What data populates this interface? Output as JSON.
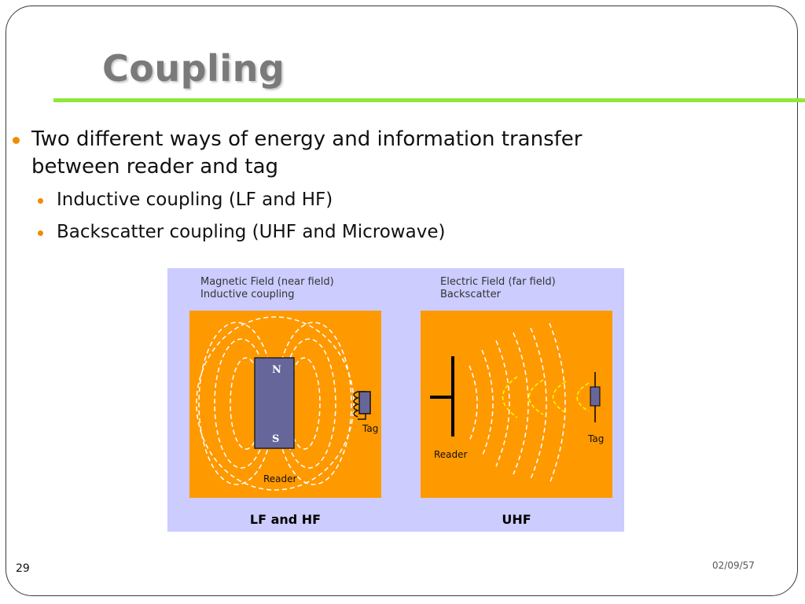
{
  "slide": {
    "title": "Coupling",
    "bullets": [
      {
        "text": "Two different ways of energy and information transfer between reader and tag"
      },
      {
        "text": "Inductive coupling (LF and HF)"
      },
      {
        "text": "Backscatter coupling (UHF and Microwave)"
      }
    ],
    "page_number": "29",
    "date": "02/09/57"
  },
  "figure": {
    "left_caption_line1": "Magnetic Field (near field)",
    "left_caption_line2": "Inductive coupling",
    "right_caption_line1": "Electric Field (far field)",
    "right_caption_line2": "Backscatter",
    "left_panel_label": "LF and HF",
    "right_panel_label": "UHF",
    "magnet_north": "N",
    "magnet_south": "S",
    "left_reader_label": "Reader",
    "left_tag_label": "Tag",
    "right_reader_label": "Reader",
    "right_tag_label": "Tag"
  },
  "colors": {
    "accent_rule": "#8ee83a",
    "bullet": "#f08c00",
    "panel": "#ff9900",
    "figure_bg": "#ccccff",
    "magnet": "#66669a"
  }
}
